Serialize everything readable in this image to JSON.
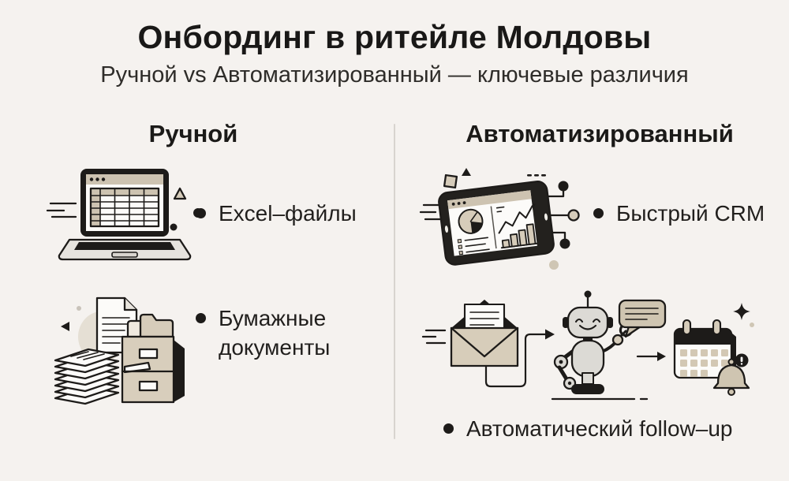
{
  "header": {
    "title": "Онбординг в ритейле Молдовы",
    "subtitle": "Ручной vs Автоматизированный — ключевые различия"
  },
  "columns": {
    "manual": {
      "title": "Ручной",
      "items": [
        {
          "icon": "laptop-spreadsheet-icon",
          "label": "Excel–файлы"
        },
        {
          "icon": "paper-documents-icon",
          "label": "Бумажные документы"
        }
      ]
    },
    "automated": {
      "title": "Автоматизированный",
      "items": [
        {
          "icon": "tablet-analytics-icon",
          "label": "Быстрый CRM"
        },
        {
          "icon": "email-robot-calendar-icon",
          "label": "Автоматический follow–up"
        }
      ]
    }
  },
  "colors": {
    "background": "#f5f2ef",
    "ink": "#1d1b19",
    "beige": "#d6ccba",
    "beige_muted": "#cdc3b1",
    "surface": "#fcfbf9",
    "divider": "#d8d4cf"
  }
}
